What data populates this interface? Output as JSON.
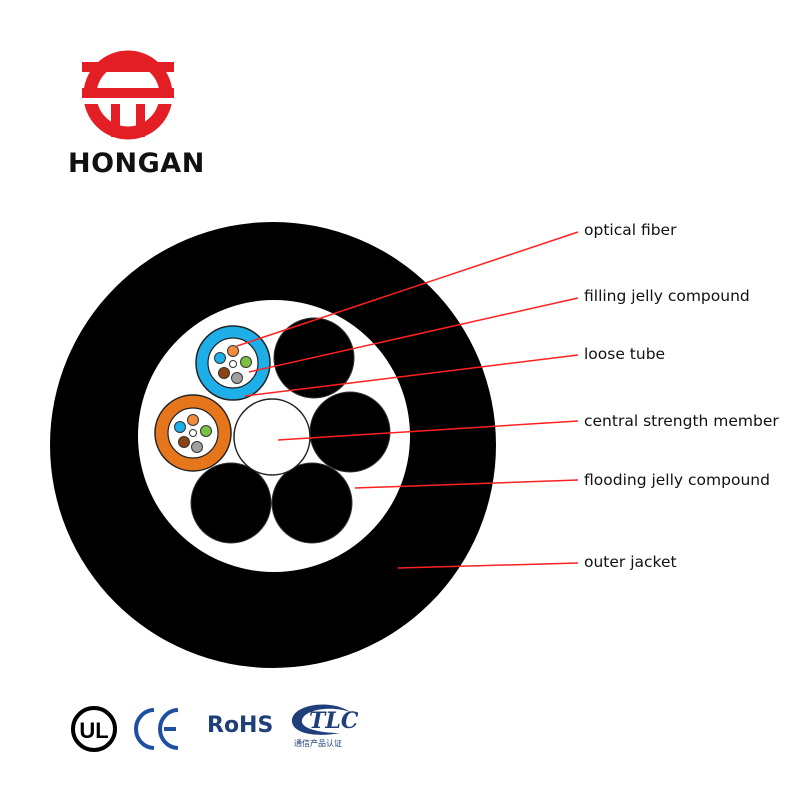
{
  "brand": {
    "name": "HONGAN",
    "color": "#e31e24"
  },
  "labels": [
    {
      "id": "optical-fiber",
      "text": "optical fiber"
    },
    {
      "id": "filling-jelly-compound",
      "text": "filling jelly compound"
    },
    {
      "id": "loose-tube",
      "text": "loose tube"
    },
    {
      "id": "central-strength-member",
      "text": "central strength member"
    },
    {
      "id": "flooding-jelly-compound",
      "text": "flooding jelly compound"
    },
    {
      "id": "outer-jacket",
      "text": "outer jacket"
    }
  ],
  "certifications": {
    "ul": "UL",
    "ce": "CE",
    "rohs": "RoHS",
    "tlc": "TLC",
    "tlc_sub": "通信产品认证"
  },
  "colors": {
    "leader": "#ff2020",
    "tube_blue": "#1eaee8",
    "tube_orange": "#e5761c",
    "cert_blue": "#1f3f7a"
  }
}
